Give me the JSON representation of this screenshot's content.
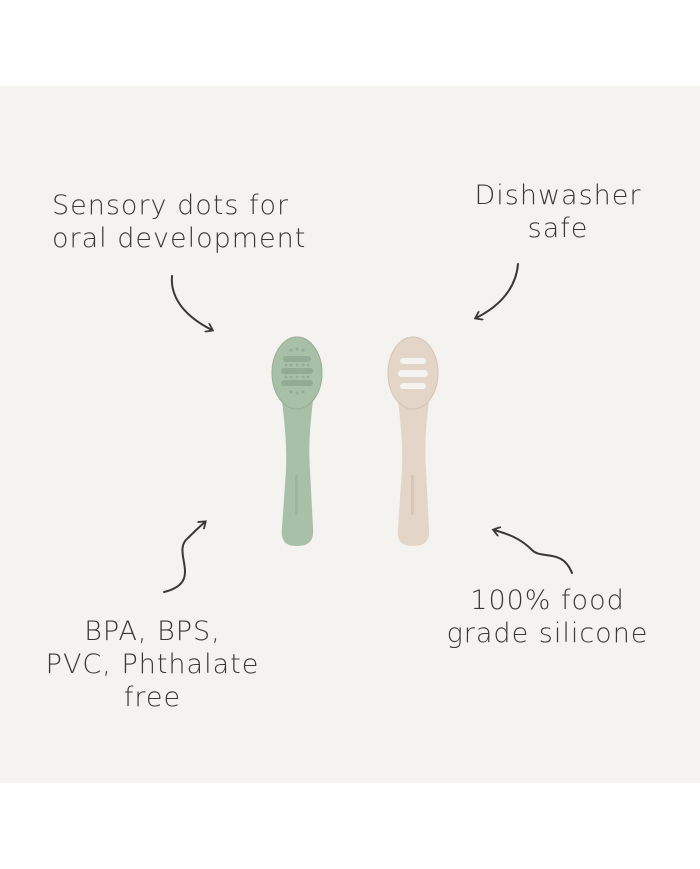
{
  "callouts": {
    "sensory": {
      "line1": "Sensory dots for",
      "line2": "oral development"
    },
    "dishwasher": {
      "line1": "Dishwasher",
      "line2": "safe"
    },
    "bpa": {
      "line1": "BPA, BPS,",
      "line2": "PVC, Phthalate",
      "line3": "free"
    },
    "food": {
      "line1": "100% food",
      "line2": "grade silicone"
    }
  },
  "spoons": [
    {
      "name": "sage-spoon",
      "color": "#a8bfa8"
    },
    {
      "name": "blush-spoon",
      "color": "#e3d5c8"
    }
  ],
  "colors": {
    "background": "#f5f3ef",
    "text": "#3a3835",
    "arrow": "#3a3835"
  }
}
